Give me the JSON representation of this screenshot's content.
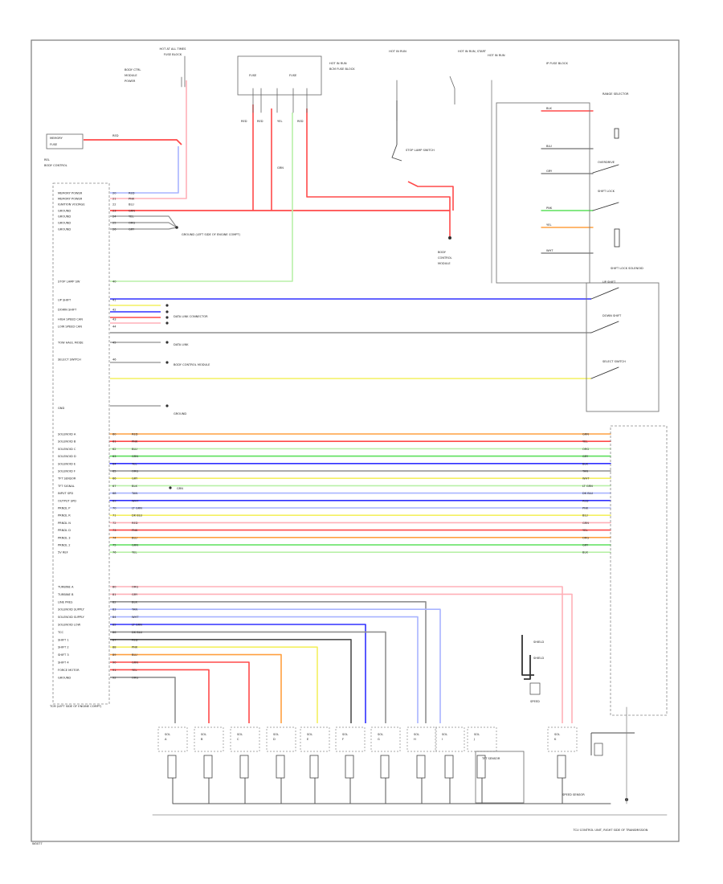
{
  "colors": {
    "red": "#ff4a4a",
    "pink": "#ffb0b8",
    "blue": "#3030ff",
    "lightblue": "#a8b4ff",
    "green": "#5ce05c",
    "lightgreen": "#b8f0a8",
    "yellow": "#f4f060",
    "orange": "#ffa040",
    "gray": "#909090",
    "darkgray": "#505050",
    "black": "#202020",
    "frame": "#7a7a7a"
  },
  "footer_left": "W0077",
  "footer_right": "TCU CONTROL UNIT, RIGHT SIDE OF TRANSMISSION",
  "tcm_label": "TCM (LEFT SIDE OF ENGINE COMPT)",
  "pin_labels_top": [
    "MEMORY POWER",
    "MEMORY POWER",
    "IGNITION VOLTAGE",
    "GROUND",
    "GROUND",
    "GROUND",
    "GROUND"
  ],
  "pin_labels_mid": [
    "STOP LAMP SW",
    "UP SHIFT",
    "DOWN SHIFT",
    "HIGH SPEED CAN",
    "LOW SPEED CAN",
    "TOW HAUL MODE",
    "SELECT SWITCH"
  ],
  "pin_labels_bus": [
    "SOLENOID A",
    "SOLENOID B",
    "SOLENOID C",
    "SOLENOID D",
    "SOLENOID E",
    "SOLENOID F",
    "TFT SENSOR",
    "TFT SIGNAL",
    "INPUT SPD",
    "OUTPUT SPD",
    "PRNDL P",
    "PRNDL R",
    "PRNDL N",
    "PRNDL D",
    "PRNDL 3",
    "PRNDL 2",
    "5V REF"
  ],
  "pin_labels_bottom": [
    "TURBINE A",
    "TURBINE B",
    "LINE PRES",
    "SOLENOID SUPPLY",
    "SOLENOID SUPPLY",
    "SOLENOID LOW",
    "TCC",
    "SHIFT 1",
    "SHIFT 2",
    "SHIFT 3",
    "SHIFT 4",
    "FORCE MOTOR",
    "GROUND"
  ],
  "wire_codes": [
    "RED",
    "PNK",
    "BLU",
    "GRN",
    "YEL",
    "ORG",
    "GRY",
    "BLK",
    "TAN",
    "WHT",
    "LT GRN",
    "DK BLU"
  ],
  "components": {
    "hot_at_all_times": "HOT AT ALL TIMES",
    "hot_in_run": "HOT IN RUN",
    "fuse_block": "FUSE BLOCK",
    "stop_lamp_switch": "STOP LAMP SWITCH",
    "shift_lock_solenoid": "SHIFT LOCK SOLENOID",
    "range_selector": "RANGE SELECTOR",
    "up_shift": "UP SHIFT",
    "down_shift": "DOWN SHIFT",
    "select_switch": "SELECT SWITCH",
    "data_link": "DATA LINK CONNECTOR",
    "body_control": "BODY CONTROL MODULE",
    "ground": "GROUND",
    "tft_sensor": "TFT SENSOR",
    "speed_sensor": "SPEED SENSOR"
  }
}
